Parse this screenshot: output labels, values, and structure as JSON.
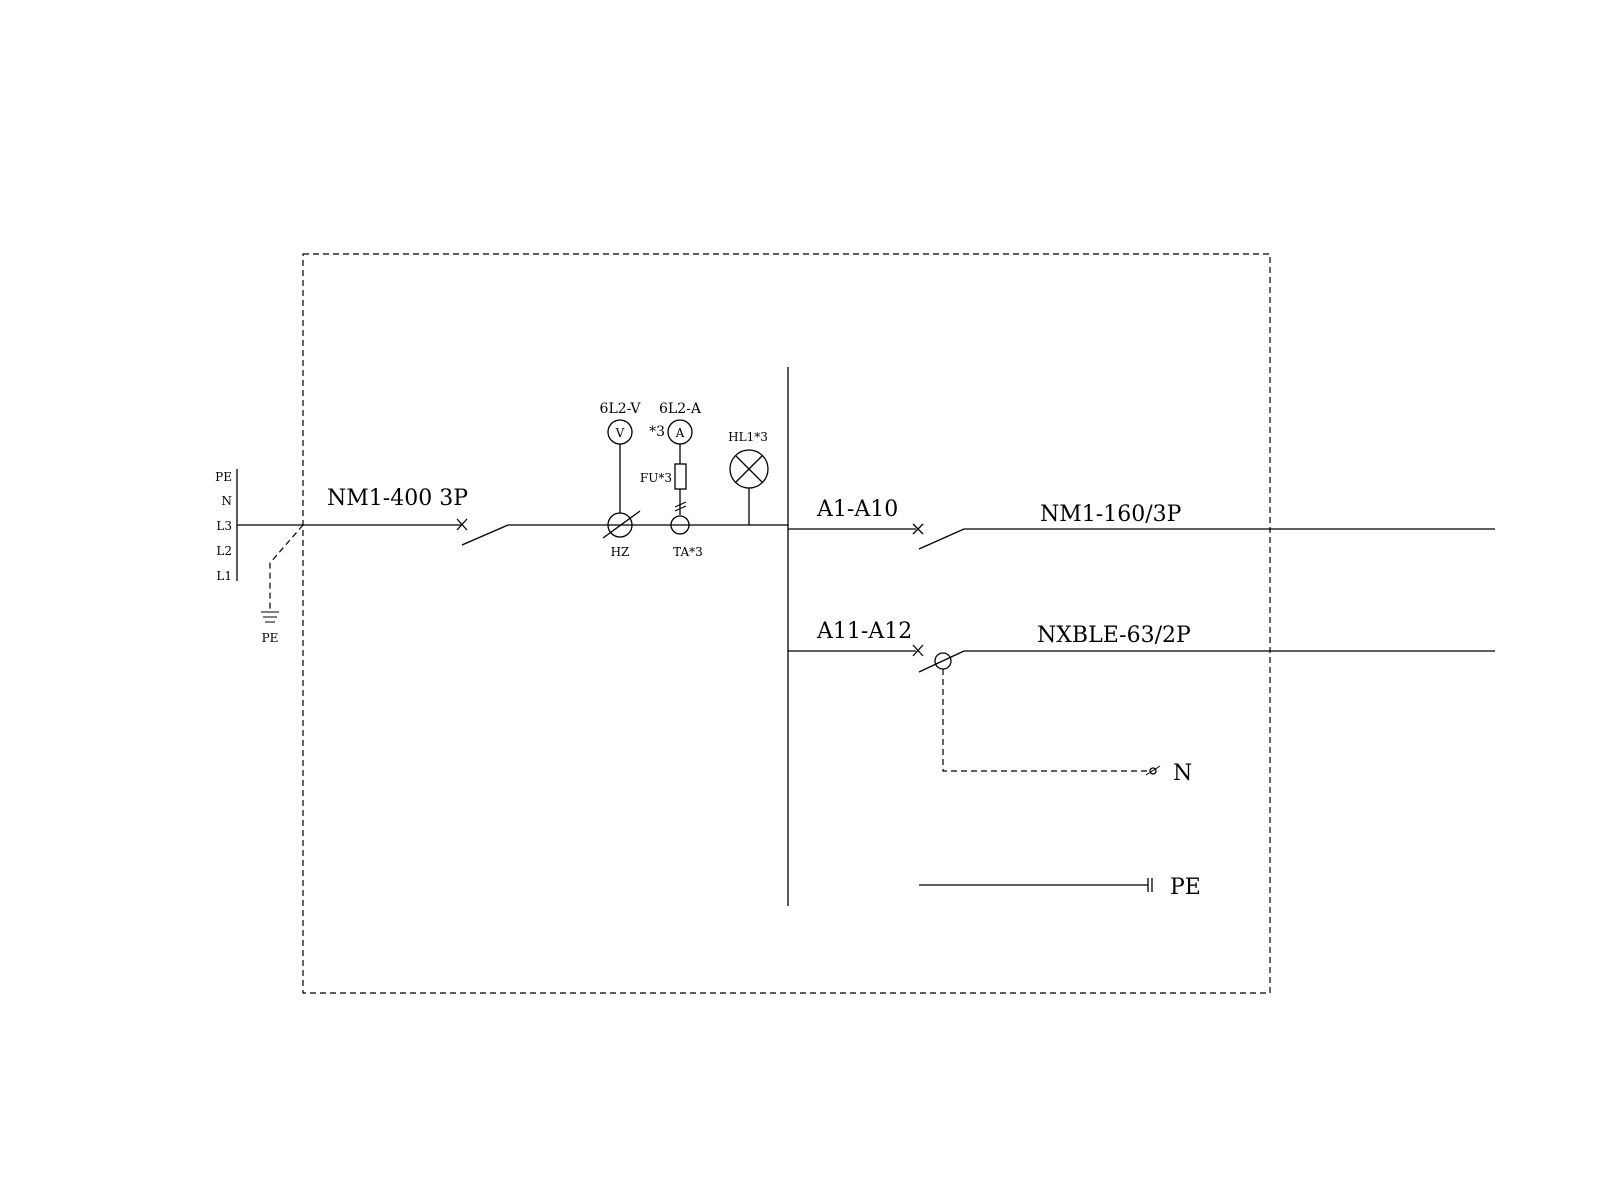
{
  "incoming": {
    "bus_labels": [
      "PE",
      "N",
      "L3",
      "L2",
      "L1"
    ],
    "ground_label": "PE",
    "main_breaker": "NM1-400 3P"
  },
  "meters": {
    "voltmeter_label": "6L2-V",
    "voltmeter_symbol": "V",
    "ammeter_label": "6L2-A",
    "ammeter_symbol": "A",
    "ammeter_count": "*3",
    "fuse_label": "FU*3",
    "switch_label": "HZ",
    "ct_label": "TA*3",
    "lamp_label": "HL1*3"
  },
  "outgoing": [
    {
      "circuit": "A1-A10",
      "breaker": "NM1-160/3P"
    },
    {
      "circuit": "A11-A12",
      "breaker": "NXBLE-63/2P"
    }
  ],
  "terminals": {
    "neutral": "N",
    "protective_earth": "PE"
  }
}
